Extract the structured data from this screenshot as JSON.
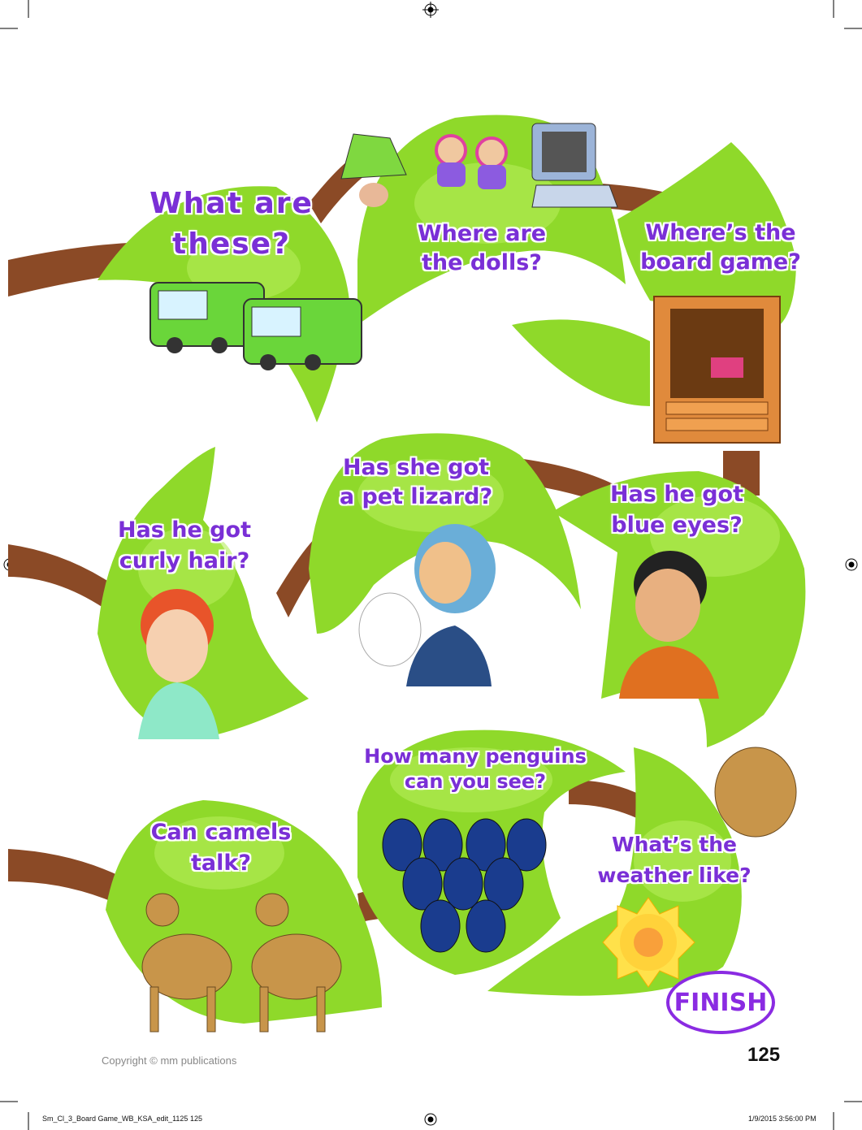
{
  "questions": {
    "what_are_these": [
      "What are",
      "these?"
    ],
    "where_dolls": [
      "Where are",
      "the dolls?"
    ],
    "where_board_game": [
      "Where’s the",
      "board game?"
    ],
    "pet_lizard": [
      "Has she got",
      "a pet lizard?"
    ],
    "blue_eyes": [
      "Has he got",
      "blue eyes?"
    ],
    "curly_hair": [
      "Has he got",
      "curly hair?"
    ],
    "penguins": [
      "How many penguins",
      "can you see?"
    ],
    "camels_talk": [
      "Can camels",
      "talk?"
    ],
    "weather": [
      "What’s the",
      "weather like?"
    ]
  },
  "finish_label": "FINISH",
  "page_number": "125",
  "copyright": "Copyright © mm publications",
  "slug_left": "Sm_Cl_3_Board Game_WB_KSA_edit_1125   125",
  "slug_right": "1/9/2015   3:56:00 PM",
  "colors": {
    "leaf": "#8fd92a",
    "leaf_light": "#b5ec5a",
    "branch": "#8b4a26",
    "text": "#7a2fd6"
  }
}
